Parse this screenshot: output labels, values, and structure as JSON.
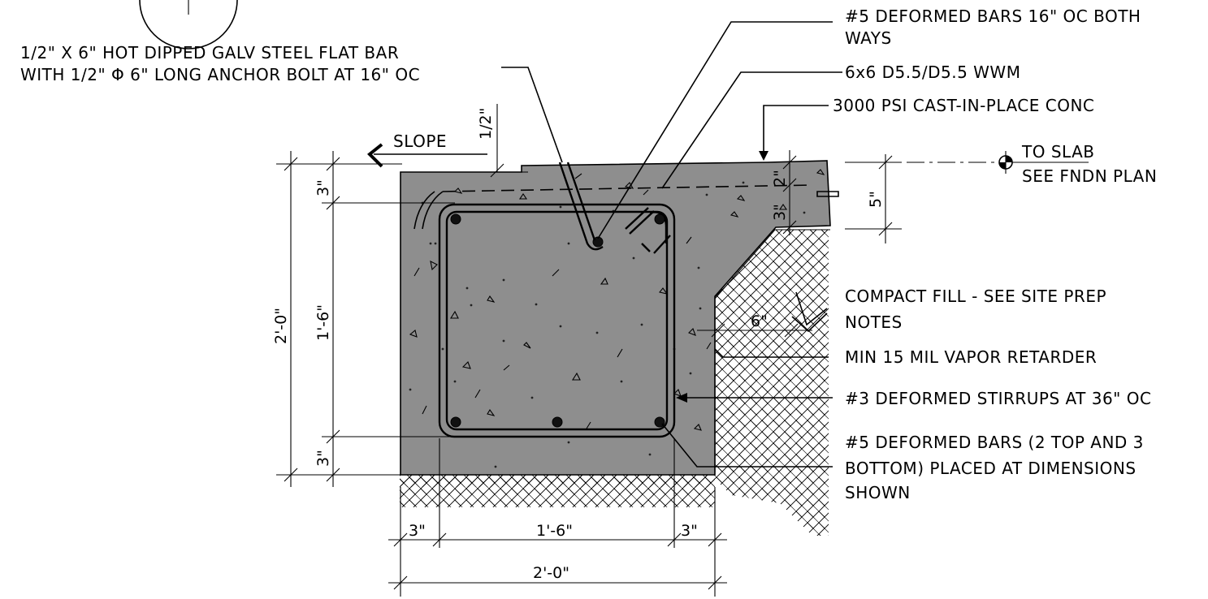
{
  "notes": {
    "flat_bar_line1": "1/2\" X 6\" HOT DIPPED GALV STEEL FLAT BAR",
    "flat_bar_line2": "WITH 1/2\" Φ 6\" LONG ANCHOR BOLT AT 16\" OC",
    "deformed_bars_line1": "#5 DEFORMED BARS 16\" OC BOTH",
    "deformed_bars_line2": "WAYS",
    "wwm": "6x6 D5.5/D5.5 WWM",
    "concrete": "3000 PSI CAST-IN-PLACE CONC",
    "to_slab_line1": "TO SLAB",
    "to_slab_line2": "SEE FNDN PLAN",
    "compact_fill_line1": "COMPACT FILL - SEE SITE PREP",
    "compact_fill_line2": "NOTES",
    "vapor_retarder": "MIN 15 MIL VAPOR RETARDER",
    "stirrups": "#3 DEFORMED STIRRUPS AT 36\" OC",
    "bottom_bars_line1": "#5 DEFORMED BARS (2 TOP AND 3",
    "bottom_bars_line2": "BOTTOM) PLACED  AT DIMENSIONS",
    "bottom_bars_line3": "SHOWN",
    "slope": "SLOPE"
  },
  "dimensions": {
    "half_inch": "1/2\"",
    "overall_height": "2'-0\"",
    "stirrup_height": "1'-6\"",
    "top_cover": "3\"",
    "bottom_cover": "3\"",
    "slab_cover": "3\"",
    "slab_2in": "2\"",
    "slab_5in": "5\"",
    "chamfer_6in": "6\"",
    "left_cover_bottom": "3\"",
    "stirrup_width": "1'-6\"",
    "right_cover_bottom": "3\"",
    "overall_width": "2'-0\""
  },
  "colors": {
    "concrete": "#8e8e8e",
    "line": "#000000",
    "background": "#ffffff"
  }
}
